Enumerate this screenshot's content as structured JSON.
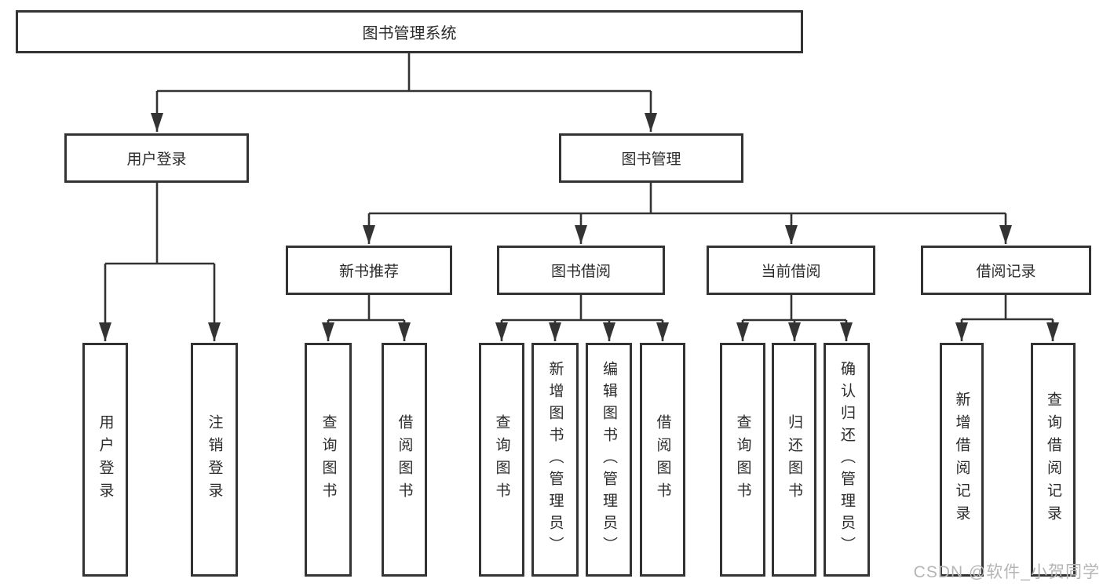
{
  "diagram": {
    "root": {
      "label": "图书管理系统"
    },
    "level2": [
      {
        "id": "user-login",
        "label": "用户登录"
      },
      {
        "id": "book-management",
        "label": "图书管理"
      }
    ],
    "level3": [
      {
        "id": "new-book-recommend",
        "label": "新书推荐"
      },
      {
        "id": "book-borrow",
        "label": "图书借阅"
      },
      {
        "id": "current-borrow",
        "label": "当前借阅"
      },
      {
        "id": "borrow-records",
        "label": "借阅记录"
      }
    ],
    "leaves": [
      {
        "id": "leaf-user-login",
        "label": "用户登录"
      },
      {
        "id": "leaf-logout",
        "label": "注销登录"
      },
      {
        "id": "leaf-query-books-recommend",
        "label": "查询图书"
      },
      {
        "id": "leaf-borrow-books-recommend",
        "label": "借阅图书"
      },
      {
        "id": "leaf-query-books-borrow",
        "label": "查询图书"
      },
      {
        "id": "leaf-add-books-admin",
        "label": "新增图书（管理员）"
      },
      {
        "id": "leaf-edit-books-admin",
        "label": "编辑图书（管理员）"
      },
      {
        "id": "leaf-borrow-books",
        "label": "借阅图书"
      },
      {
        "id": "leaf-query-books-current",
        "label": "查询图书"
      },
      {
        "id": "leaf-return-books",
        "label": "归还图书"
      },
      {
        "id": "leaf-confirm-return-admin",
        "label": "确认归还（管理员）"
      },
      {
        "id": "leaf-add-borrow-record",
        "label": "新增借阅记录"
      },
      {
        "id": "leaf-query-borrow-record",
        "label": "查询借阅记录"
      }
    ]
  },
  "colors": {
    "line": "#333333",
    "box_border": "#333333",
    "box_background": "#ffffff",
    "text": "#2b2b2b",
    "watermark": "#b5b5b5"
  },
  "watermark": {
    "text": "CSDN @软件_小贺同学"
  }
}
